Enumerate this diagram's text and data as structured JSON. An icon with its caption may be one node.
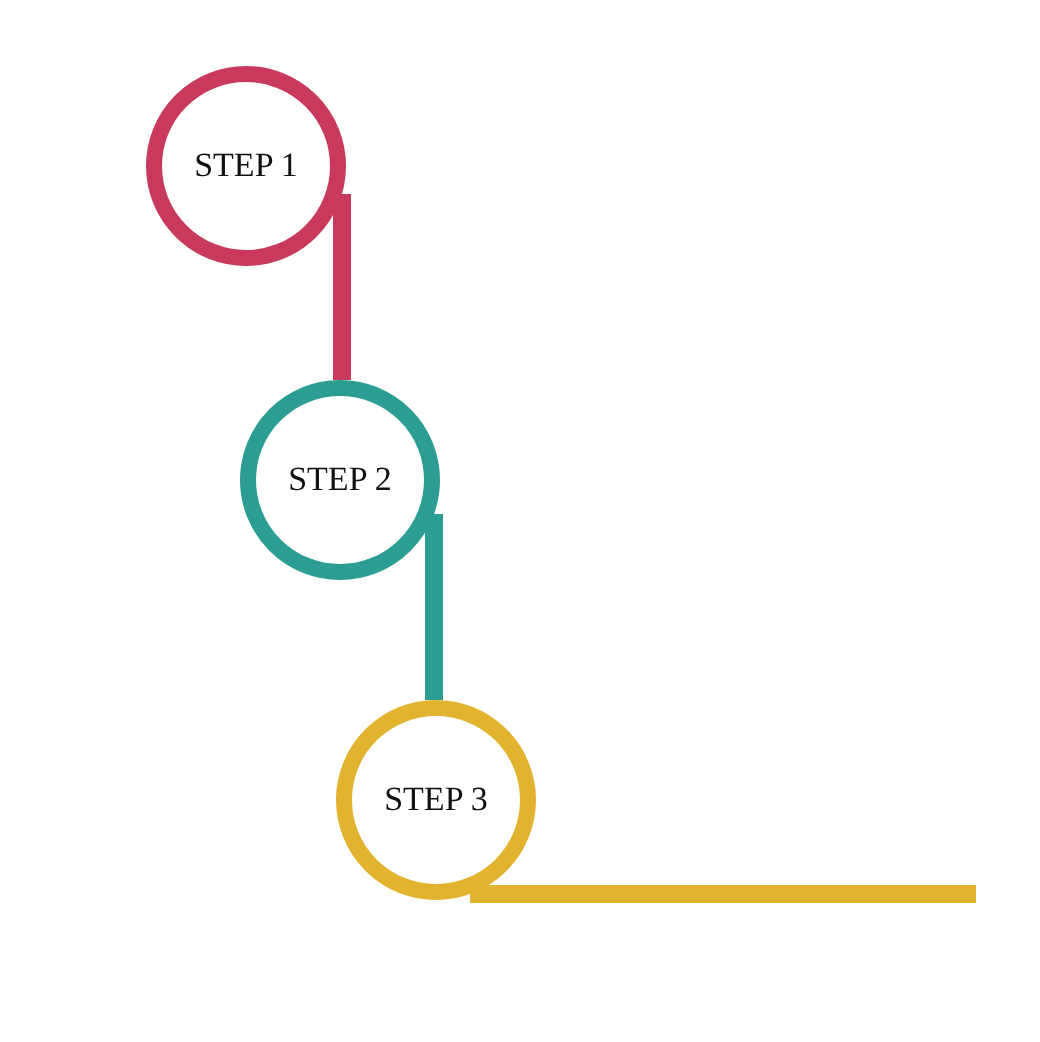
{
  "diagram": {
    "nodes": [
      {
        "text": [
          "STEP 1"
        ]
      },
      {
        "text": [
          "STEP 2"
        ]
      },
      {
        "text": [
          "STEP 3"
        ]
      }
    ],
    "edges": [
      {
        "from": 0,
        "to": 1,
        "arrow": "none",
        "color": "#c9395c"
      },
      {
        "from": 1,
        "to": 2,
        "arrow": "none",
        "color": "#2c9d92"
      },
      {
        "from": 2,
        "to": null,
        "arrow": "none",
        "color": "#e2b32e"
      }
    ]
  }
}
